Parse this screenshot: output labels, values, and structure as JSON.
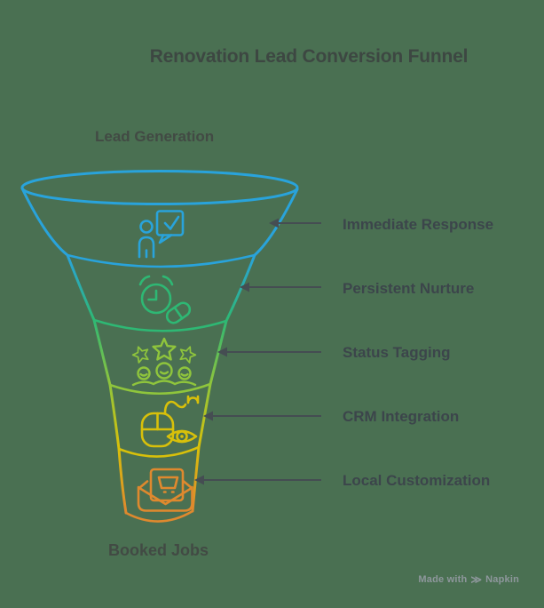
{
  "title": "Renovation Lead Conversion Funnel",
  "funnel": {
    "top_label": "Lead Generation",
    "bottom_label": "Booked Jobs",
    "stages": [
      {
        "label": "Immediate Response",
        "color": "#29a3db",
        "icon": "person-chat-check-icon"
      },
      {
        "label": "Persistent Nurture",
        "color": "#2eb874",
        "icon": "alarm-clock-pill-icon"
      },
      {
        "label": "Status Tagging",
        "color": "#8fc53c",
        "icon": "stars-people-icon"
      },
      {
        "label": "CRM Integration",
        "color": "#d8c00a",
        "icon": "mouse-eye-icon"
      },
      {
        "label": "Local Customization",
        "color": "#df892e",
        "icon": "envelope-cart-icon"
      }
    ]
  },
  "watermark": {
    "prefix": "Made with",
    "brand": "Napkin",
    "logo": "chevrons-icon"
  },
  "colors": {
    "background": "#4a7052",
    "title_text": "#3d4742",
    "label_text": "#3c454b",
    "arrow": "#454d52",
    "watermark_text": "#8e979c"
  }
}
